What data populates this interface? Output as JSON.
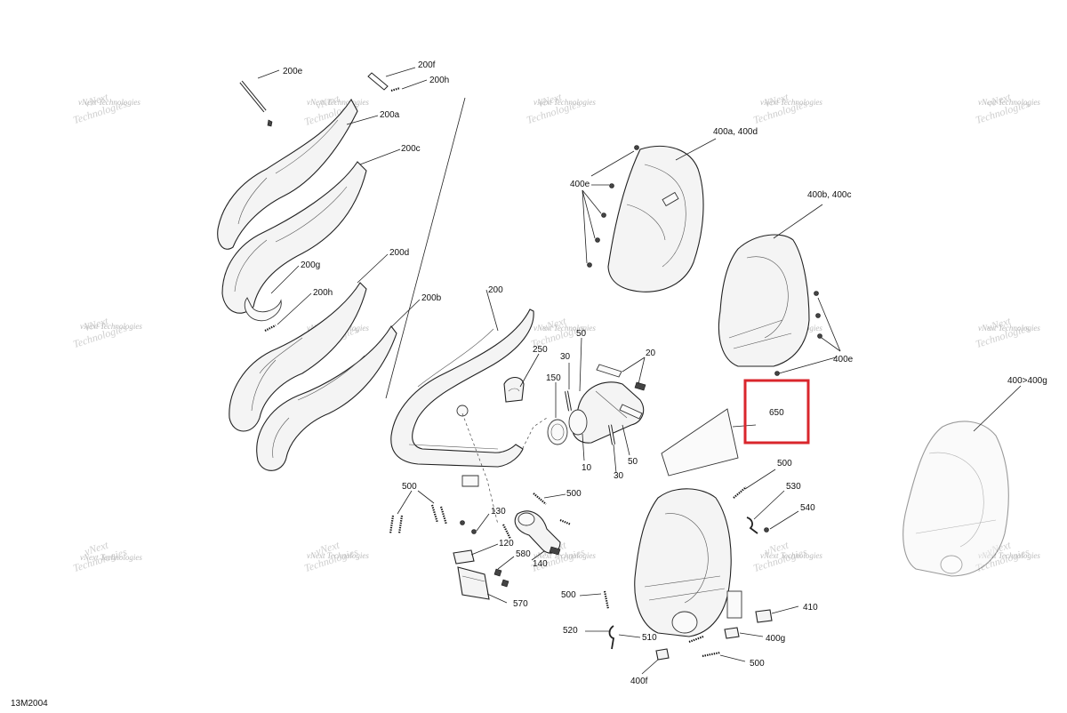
{
  "document_id": "13M2004",
  "watermark": {
    "line1": "vNext",
    "line2": "Technologies",
    "small": "vNext Technologies"
  },
  "highlight_color": "#d9262c",
  "callouts": [
    "200e",
    "200f",
    "200h",
    "200a",
    "200c",
    "200g",
    "200d",
    "200h",
    "200b",
    "200",
    "400a, 400d",
    "400e",
    "400b, 400c",
    "400e",
    "400>400g",
    "250",
    "30",
    "50",
    "20",
    "150",
    "10",
    "50",
    "30",
    "650",
    "500",
    "500",
    "130",
    "120",
    "580",
    "140",
    "570",
    "500",
    "530",
    "540",
    "500",
    "520",
    "510",
    "410",
    "400g",
    "400f",
    "500"
  ],
  "highlighted_callout": "650"
}
